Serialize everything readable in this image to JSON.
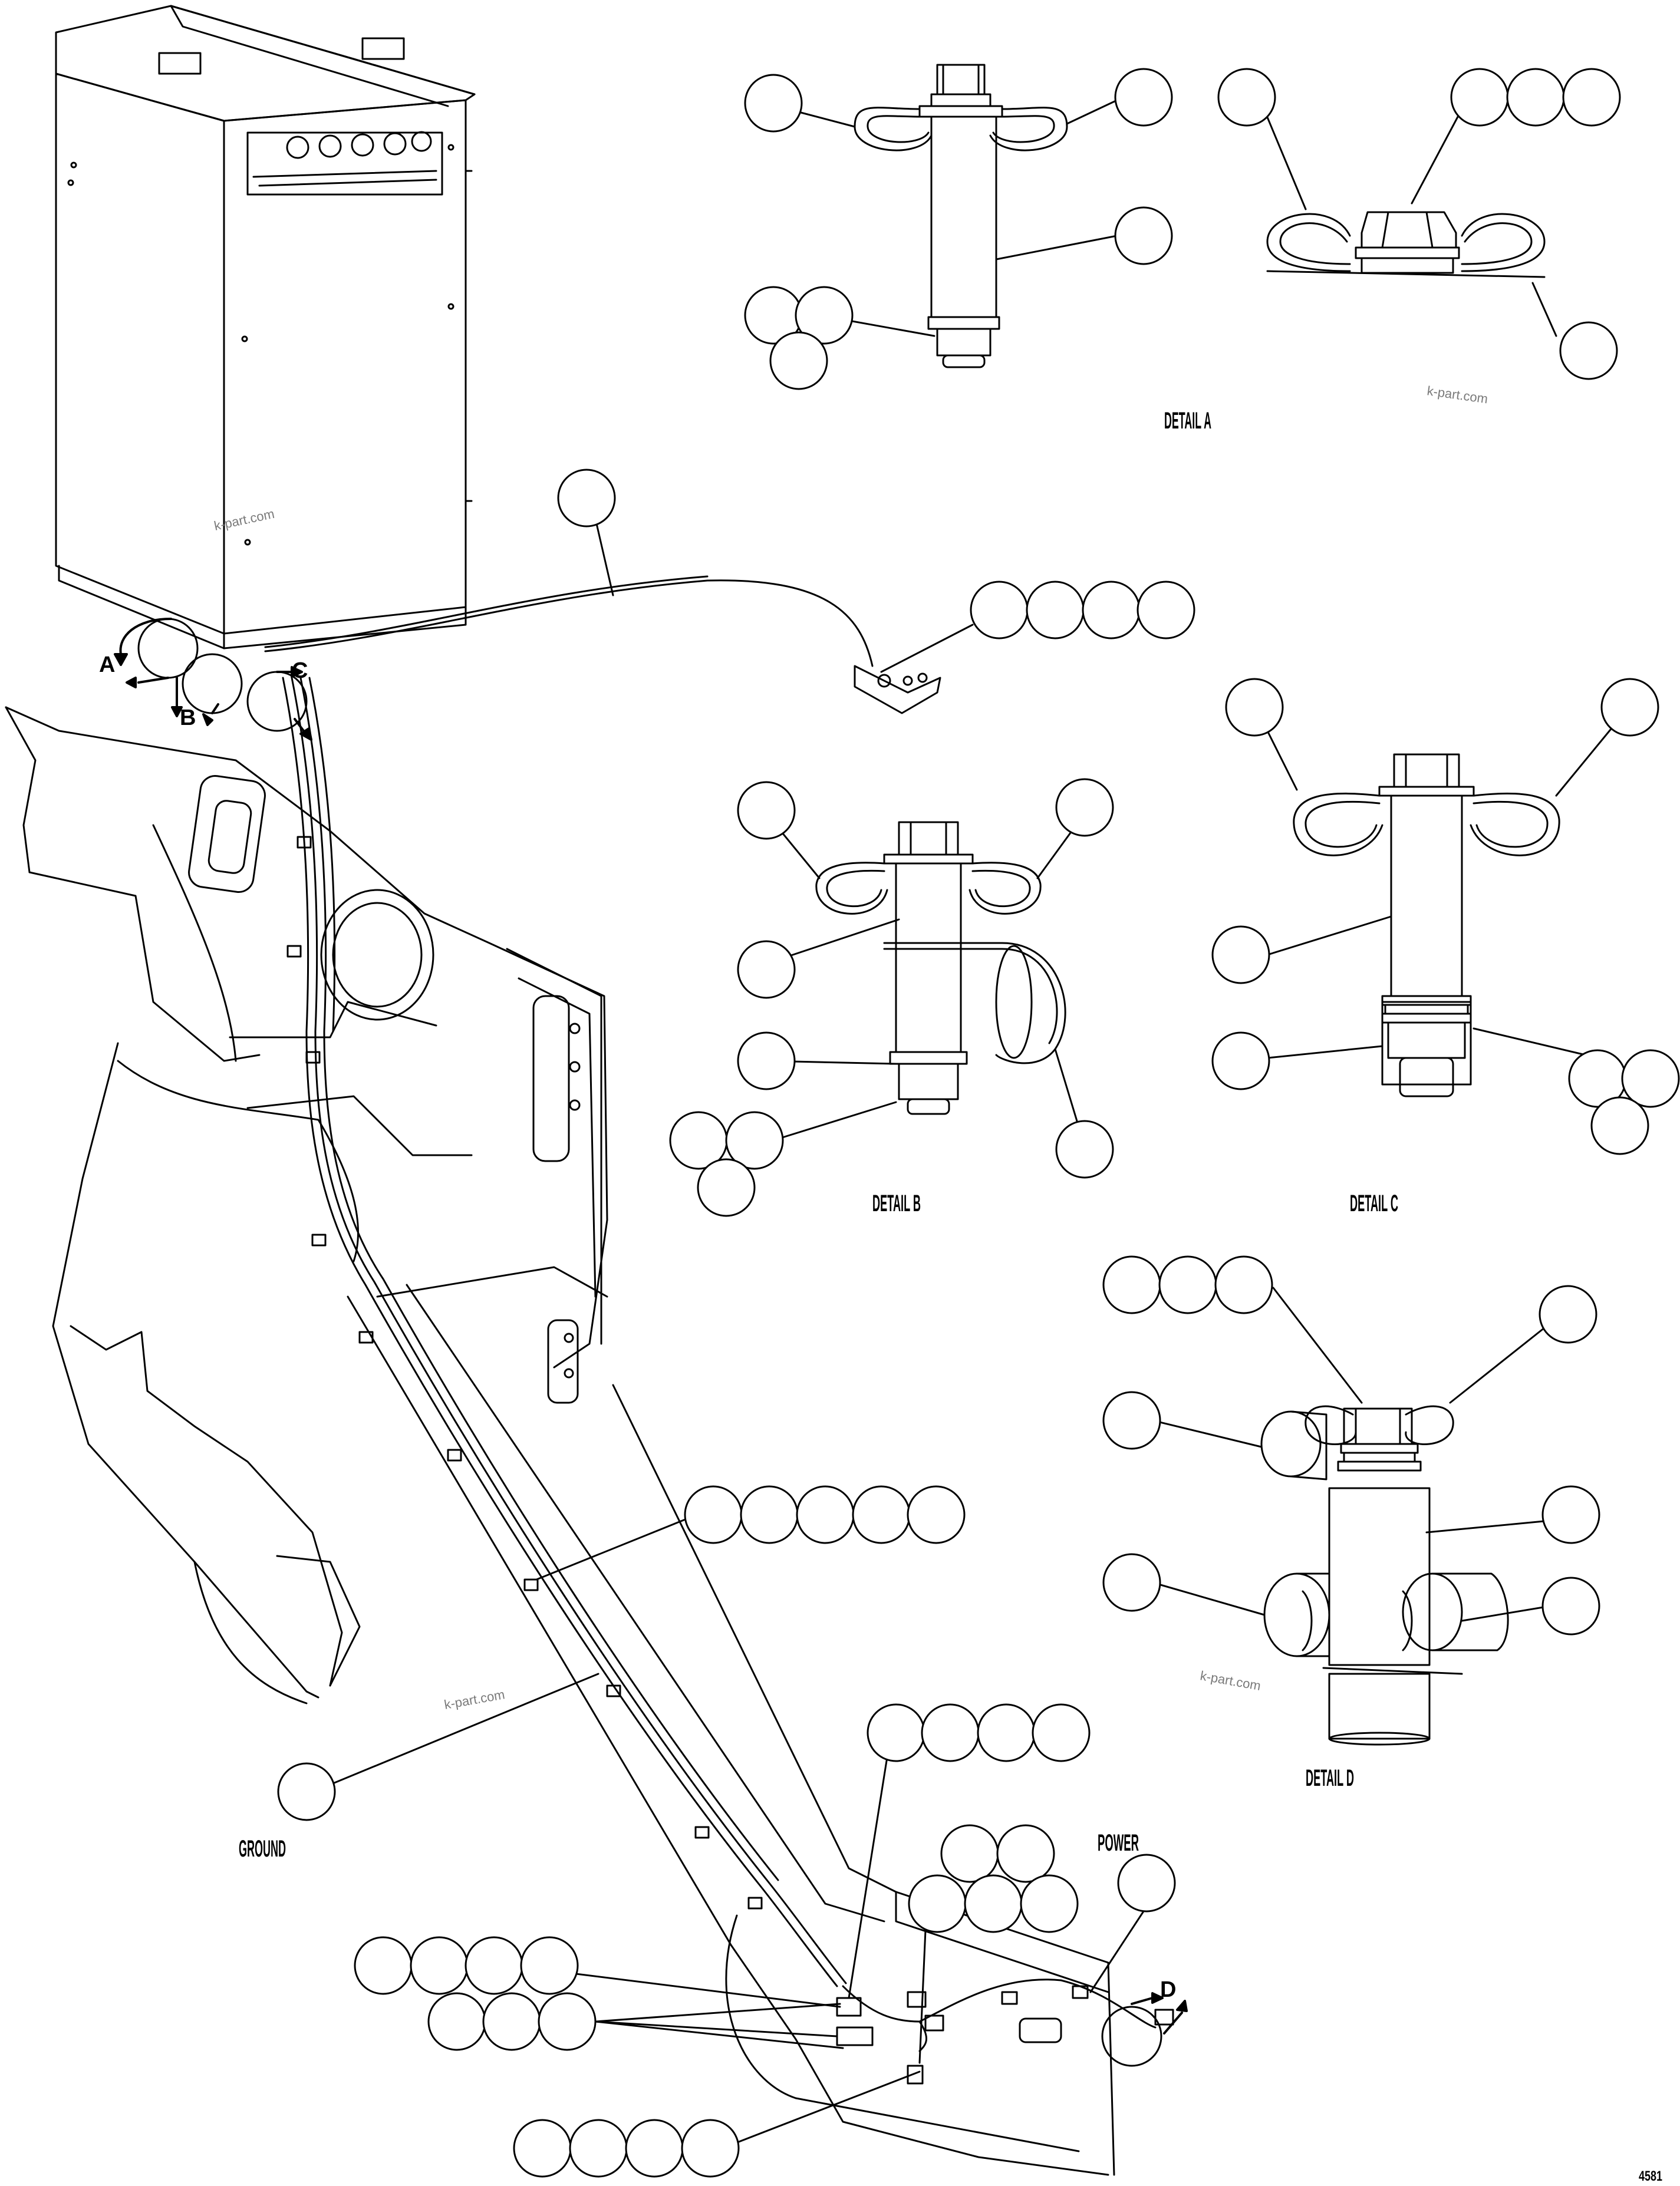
{
  "labels": {
    "detail_a": "DETAIL A",
    "detail_b": "DETAIL B",
    "detail_c": "DETAIL C",
    "detail_d": "DETAIL D",
    "ground": "GROUND",
    "power": "POWER",
    "arrow_a": "A",
    "arrow_b": "B",
    "arrow_c": "C",
    "arrow_d": "D",
    "sheet_code": "4581"
  },
  "watermarks": [
    "k-part.com",
    "k-part.com",
    "k-part.com",
    "k-part.com"
  ],
  "colors": {
    "line": "#000000",
    "paper": "#ffffff",
    "watermark": "#7a7a7a"
  }
}
